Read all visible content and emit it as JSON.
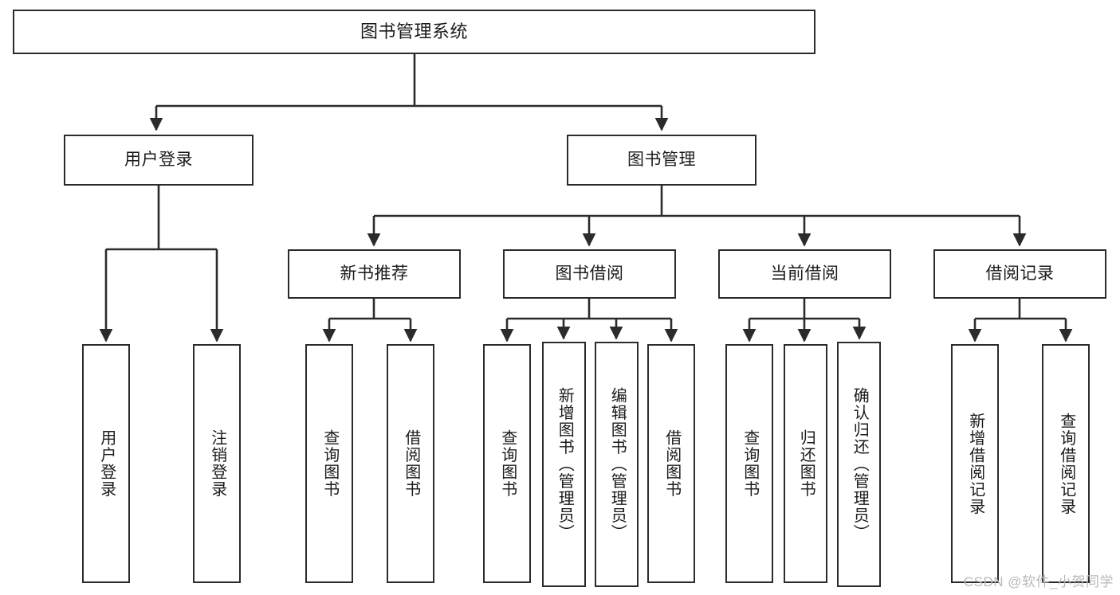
{
  "diagram": {
    "title": "图书管理系统",
    "type": "hierarchy-tree",
    "root": {
      "id": "root",
      "label": "图书管理系统"
    },
    "level2": [
      {
        "id": "user-login",
        "label": "用户登录"
      },
      {
        "id": "book-management",
        "label": "图书管理"
      }
    ],
    "level3": [
      {
        "id": "new-book-recommend",
        "label": "新书推荐"
      },
      {
        "id": "book-borrow",
        "label": "图书借阅"
      },
      {
        "id": "current-borrow",
        "label": "当前借阅"
      },
      {
        "id": "borrow-record",
        "label": "借阅记录"
      }
    ],
    "leaves": {
      "user_login": [
        {
          "id": "leaf-user-login",
          "label": "用户登录"
        },
        {
          "id": "leaf-logout-login",
          "label": "注销登录"
        }
      ],
      "new_book_recommend": [
        {
          "id": "leaf-query-book-1",
          "label": "查询图书"
        },
        {
          "id": "leaf-borrow-book-1",
          "label": "借阅图书"
        }
      ],
      "book_borrow": [
        {
          "id": "leaf-query-book-2",
          "label": "查询图书"
        },
        {
          "id": "leaf-add-book",
          "label": "新增图书（管理员）"
        },
        {
          "id": "leaf-edit-book",
          "label": "编辑图书（管理员）"
        },
        {
          "id": "leaf-borrow-book-2",
          "label": "借阅图书"
        }
      ],
      "current_borrow": [
        {
          "id": "leaf-query-book-3",
          "label": "查询图书"
        },
        {
          "id": "leaf-return-book",
          "label": "归还图书"
        },
        {
          "id": "leaf-confirm-return",
          "label": "确认归还（管理员）"
        }
      ],
      "borrow_record": [
        {
          "id": "leaf-add-record",
          "label": "新增借阅记录"
        },
        {
          "id": "leaf-query-record",
          "label": "查询借阅记录"
        }
      ]
    },
    "watermark": "CSDN @软件_小贺同学",
    "colors": {
      "stroke": "#2b2b2b",
      "fill": "#ffffff",
      "text": "#1b1b1b",
      "watermark": "#b9b9b9"
    }
  }
}
